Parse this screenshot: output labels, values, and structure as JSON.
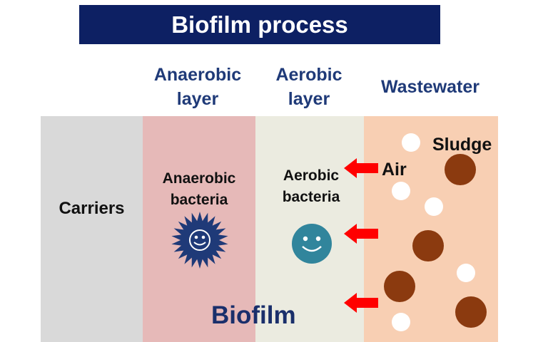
{
  "title": "Biofilm process",
  "headers": {
    "anaerobic_layer": [
      "Anaerobic",
      "layer"
    ],
    "aerobic_layer": [
      "Aerobic",
      "layer"
    ],
    "wastewater": "Wastewater"
  },
  "labels": {
    "carriers": "Carriers",
    "anaerobic_bacteria": [
      "Anaerobic",
      "bacteria"
    ],
    "aerobic_bacteria": [
      "Aerobic",
      "bacteria"
    ],
    "air": "Air",
    "sludge": "Sludge",
    "biofilm": "Biofilm"
  },
  "colors": {
    "title_bg": "#0d2063",
    "carriers_band": "#d9d9d9",
    "anaerobic_band": "#e6b9b8",
    "aerobic_band": "#ebebe0",
    "wastewater_band": "#f8cfb3",
    "arrow": "#ff0000",
    "sludge": "#8b3a0f",
    "air_bubble": "#ffffff",
    "aerobic_bacterium": "#31859c",
    "anaerobic_bacterium": "#1f3a78"
  }
}
